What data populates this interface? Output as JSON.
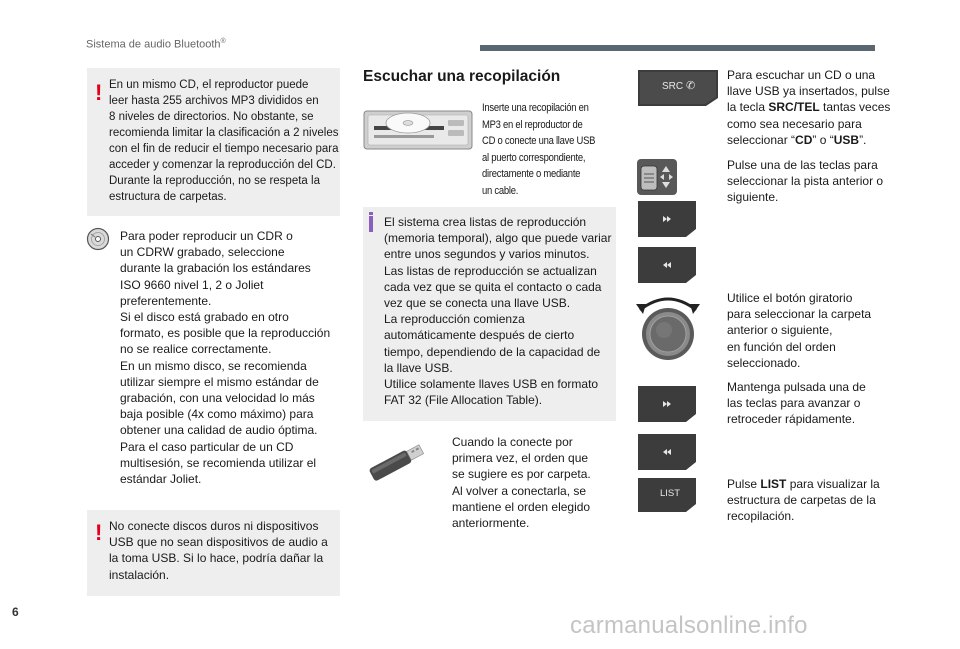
{
  "header": {
    "title": "Sistema de audio Bluetooth",
    "title_sup": "®"
  },
  "left": {
    "warning1": {
      "lines": [
        "En un mismo CD, el reproductor puede",
        "leer hasta 255 archivos MP3 divididos en",
        "8 niveles de directorios. No obstante, se",
        "recomienda limitar la clasificación a 2 niveles",
        "con el fin de reducir el tiempo necesario para",
        "acceder y comenzar la reproducción del CD.",
        "Durante la reproducción, no se respeta la",
        "estructura de carpetas."
      ]
    },
    "cd_note": {
      "lines": [
        "Para poder reproducir un CDR o",
        "un CDRW grabado, seleccione",
        "durante la grabación los estándares",
        "ISO 9660 nivel 1, 2 o Joliet",
        "preferentemente.",
        "Si el disco está grabado en otro",
        "formato, es posible que la reproducción",
        "no se realice correctamente.",
        "En un mismo disco, se recomienda",
        "utilizar siempre el mismo estándar de",
        "grabación, con una velocidad lo más",
        "baja posible (4x como máximo) para",
        "obtener una calidad de audio óptima.",
        "Para el caso particular de un CD",
        "multisesión, se recomienda utilizar el",
        "estándar Joliet."
      ]
    },
    "warning2": {
      "lines": [
        "No conecte discos duros ni dispositivos",
        "USB que no sean dispositivos de audio a",
        "la toma USB. Si lo hace, podría dañar la",
        "instalación."
      ]
    }
  },
  "middle": {
    "title": "Escuchar una recopilación",
    "insert_text": {
      "lines": [
        "Inserte una recopilación en",
        "MP3 en el reproductor de",
        "CD o conecte una llave USB",
        "al puerto correspondiente,",
        "directamente o mediante",
        "un cable."
      ]
    },
    "info_box": {
      "lines": [
        "El sistema crea listas de reproducción",
        "(memoria temporal), algo que puede variar",
        "entre unos segundos y varios minutos.",
        "Las listas de reproducción se actualizan",
        "cada vez que se quita el contacto o cada",
        "vez que se conecta una llave USB.",
        "La reproducción comienza",
        "automáticamente después de cierto",
        "tiempo, dependiendo de la capacidad de",
        "la llave USB.",
        "Utilice solamente llaves USB en formato",
        "FAT 32 (File Allocation Table)."
      ]
    },
    "usb_text": {
      "lines": [
        "Cuando la conecte por",
        "primera vez, el orden que",
        "se sugiere es por carpeta.",
        "Al volver a conectarla, se",
        "mantiene el orden elegido",
        "anteriormente."
      ]
    }
  },
  "right": {
    "src_button_label": "SRC",
    "list_button_label": "LIST",
    "src_text": {
      "line1": "Para escuchar un CD o una",
      "line2": "llave USB ya insertados, pulse",
      "line3_pre": "la tecla ",
      "line3_bold": "SRC/TEL",
      "line3_post": " tantas veces",
      "line4": "como sea necesario para",
      "line5_pre": "seleccionar “",
      "line5_bold1": "CD",
      "line5_mid": "” o “",
      "line5_bold2": "USB",
      "line5_post": "”."
    },
    "track_text": {
      "lines": [
        "Pulse una de las teclas para",
        "seleccionar la pista anterior o",
        "siguiente."
      ]
    },
    "knob_text": {
      "lines": [
        "Utilice el botón giratorio",
        "para seleccionar la carpeta",
        "anterior o siguiente,",
        "en función del orden",
        "seleccionado."
      ]
    },
    "hold_text": {
      "lines": [
        "Mantenga pulsada una de",
        "las teclas para avanzar o",
        "retroceder rápidamente."
      ]
    },
    "list_text": {
      "line1_pre": "Pulse ",
      "line1_bold": "LIST",
      "line1_post": " para visualizar la",
      "line2": "estructura de carpetas de la",
      "line3": "recopilación."
    }
  },
  "footer": {
    "page_number": "6",
    "watermark": "carmanualsonline.info"
  }
}
